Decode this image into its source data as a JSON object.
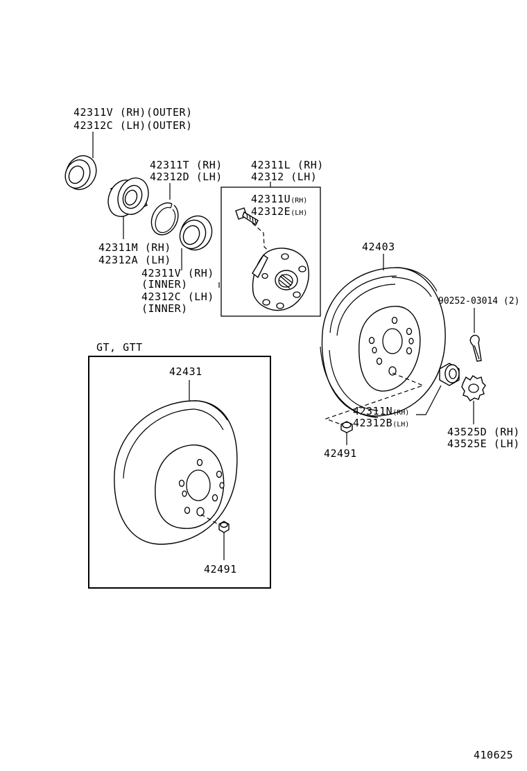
{
  "labels": {
    "outer_seal_rh": "42311V (RH)(OUTER)",
    "outer_seal_lh": "42312C (LH)(OUTER)",
    "snap_ring_rh": "42311T (RH)",
    "snap_ring_lh": "42312D (LH)",
    "hub_rh": "42311L (RH)",
    "hub_lh": "42312   (LH)",
    "hub_bolt_rh": "42311U",
    "hub_bolt_rh_suffix": "(RH)",
    "hub_bolt_lh": "42312E",
    "hub_bolt_lh_suffix": "(LH)",
    "bearing_rh": "42311M (RH)",
    "bearing_lh": "42312A (LH)",
    "inner_seal_rh": "42311V (RH)",
    "inner_seal_rh_note": "(INNER)",
    "inner_seal_lh": "42312C (LH)",
    "inner_seal_lh_note": "(INNER)",
    "drum": "42403",
    "cotter_pin": "90252-03014 (2)",
    "variant_box_title": "GT, GTT",
    "disc": "42431",
    "plug_disc": "42491",
    "nut_rh": "42311N",
    "nut_rh_suffix": "(RH)",
    "nut_lh": "42312B",
    "nut_lh_suffix": "(LH)",
    "plug_drum": "42491",
    "lock_cap_rh": "43525D (RH)",
    "lock_cap_lh": "43525E (LH)",
    "figure_number": "410625"
  }
}
